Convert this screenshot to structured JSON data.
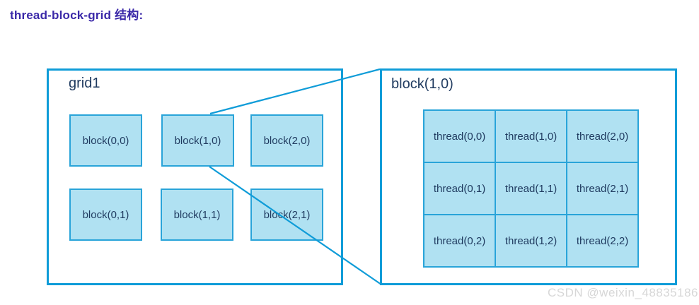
{
  "page": {
    "title": "thread-block-grid 结构:"
  },
  "grid_panel": {
    "label": "grid1",
    "blocks": [
      {
        "label": "block(0,0)"
      },
      {
        "label": "block(1,0)"
      },
      {
        "label": "block(2,0)"
      },
      {
        "label": "block(0,1)"
      },
      {
        "label": "block(1,1)"
      },
      {
        "label": "block(2,1)"
      }
    ]
  },
  "block_panel": {
    "label": "block(1,0)",
    "threads": [
      [
        "thread(0,0)",
        "thread(1,0)",
        "thread(2,0)"
      ],
      [
        "thread(0,1)",
        "thread(1,1)",
        "thread(2,1)"
      ],
      [
        "thread(0,2)",
        "thread(1,2)",
        "thread(2,2)"
      ]
    ]
  },
  "watermark": "CSDN @weixin_48835186",
  "colors": {
    "title_color": "#3a28a8",
    "panel_border": "#0f9cd8",
    "cell_fill": "#b0e1f2",
    "cell_border": "#29a4d9",
    "cell_text": "#1f3a5f",
    "watermark_color": "#d7d7d7"
  }
}
